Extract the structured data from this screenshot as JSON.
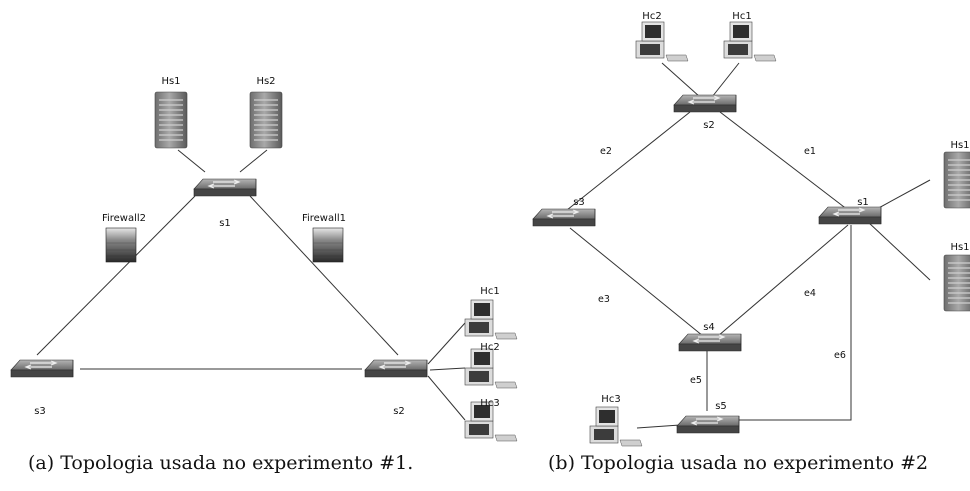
{
  "panel_a": {
    "caption": "(a)  Topologia usada no experimento #1.",
    "switches": [
      "s1",
      "s2",
      "s3"
    ],
    "servers": [
      "Hs1",
      "Hs2"
    ],
    "firewalls": [
      "Firewall2",
      "Firewall1"
    ],
    "clients": [
      "Hc1",
      "Hc2",
      "Hc3"
    ]
  },
  "panel_b": {
    "caption": "(b)  Topologia usada no experimento #2",
    "switches": [
      "s1",
      "s2",
      "s3",
      "s4",
      "s5"
    ],
    "clients": [
      "Hc2",
      "Hc1",
      "Hc3"
    ],
    "servers": [
      "Hs1",
      "Hs1"
    ],
    "edges": [
      "e1",
      "e2",
      "e3",
      "e4",
      "e5",
      "e6"
    ]
  }
}
